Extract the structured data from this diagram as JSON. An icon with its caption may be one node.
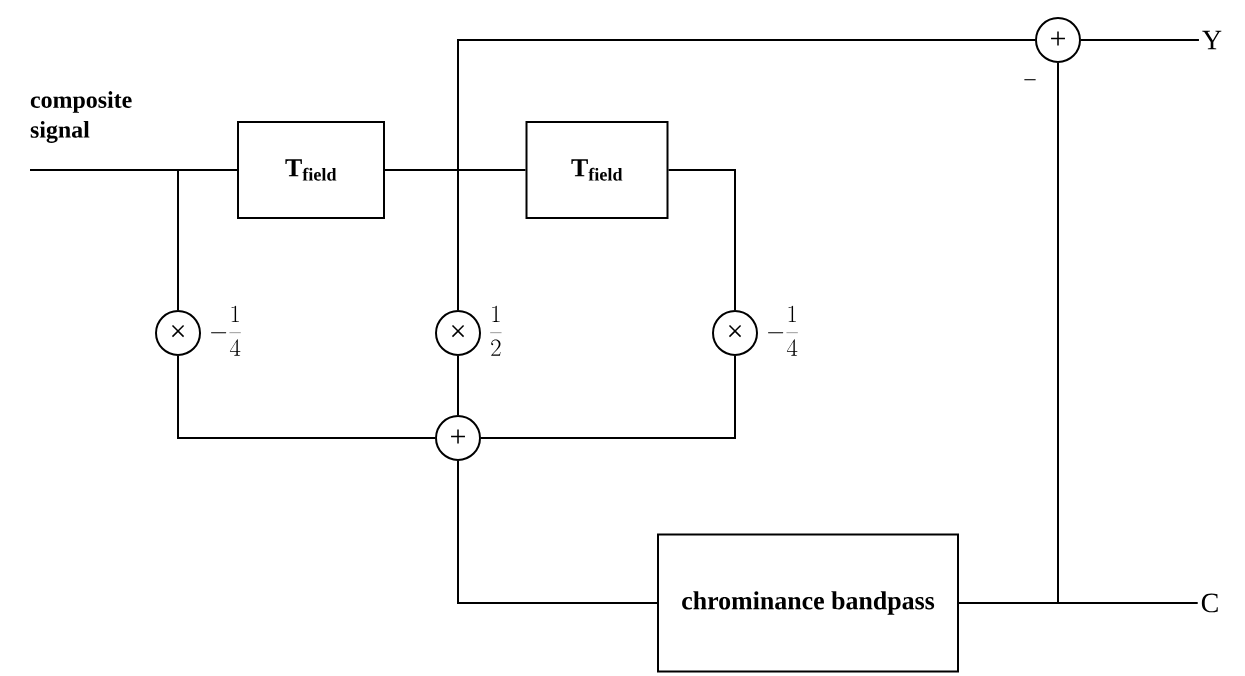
{
  "diagram": {
    "nodes": [
      {
        "text": [
          "T$_{field}$"
        ]
      },
      {
        "text": [
          "T$_{field}$"
        ]
      },
      {
        "text": [
          "×"
        ],
        "beside": [
          "-\\frac{1}{4}"
        ]
      },
      {
        "text": [
          "×"
        ],
        "beside": [
          "\\frac{1}{2}"
        ]
      },
      {
        "text": [
          "×"
        ],
        "beside": [
          "-\\frac{1}{4}"
        ]
      },
      {
        "text": [
          "+"
        ]
      },
      {
        "text": [
          "chrominance bandpass"
        ]
      },
      {
        "text": [
          "+"
        ]
      },
      {
        "text": [
          "Y"
        ]
      },
      {
        "text": [
          "C"
        ]
      }
    ],
    "edges": [
      {
        "from": null,
        "to": 0,
        "arrow": "none"
      },
      {
        "from": null,
        "to": 2,
        "arrow": "none"
      },
      {
        "from": 0,
        "to": 1,
        "arrow": "none"
      },
      {
        "from": 0,
        "to": 3,
        "arrow": "none"
      },
      {
        "from": 0,
        "to": 7,
        "arrow": "none"
      },
      {
        "from": 1,
        "to": 4,
        "arrow": "none"
      },
      {
        "from": 2,
        "to": 5,
        "arrow": "none"
      },
      {
        "from": 3,
        "to": 5,
        "arrow": "none"
      },
      {
        "from": 4,
        "to": 5,
        "arrow": "none"
      },
      {
        "from": 5,
        "to": 6,
        "arrow": "none"
      },
      {
        "from": 6,
        "to": 9,
        "arrow": "none"
      },
      {
        "from": 6,
        "to": 7,
        "label": "–",
        "arrow": "none"
      },
      {
        "from": 7,
        "to": 8,
        "arrow": "none"
      }
    ],
    "labels": [
      "composite signal"
    ]
  }
}
